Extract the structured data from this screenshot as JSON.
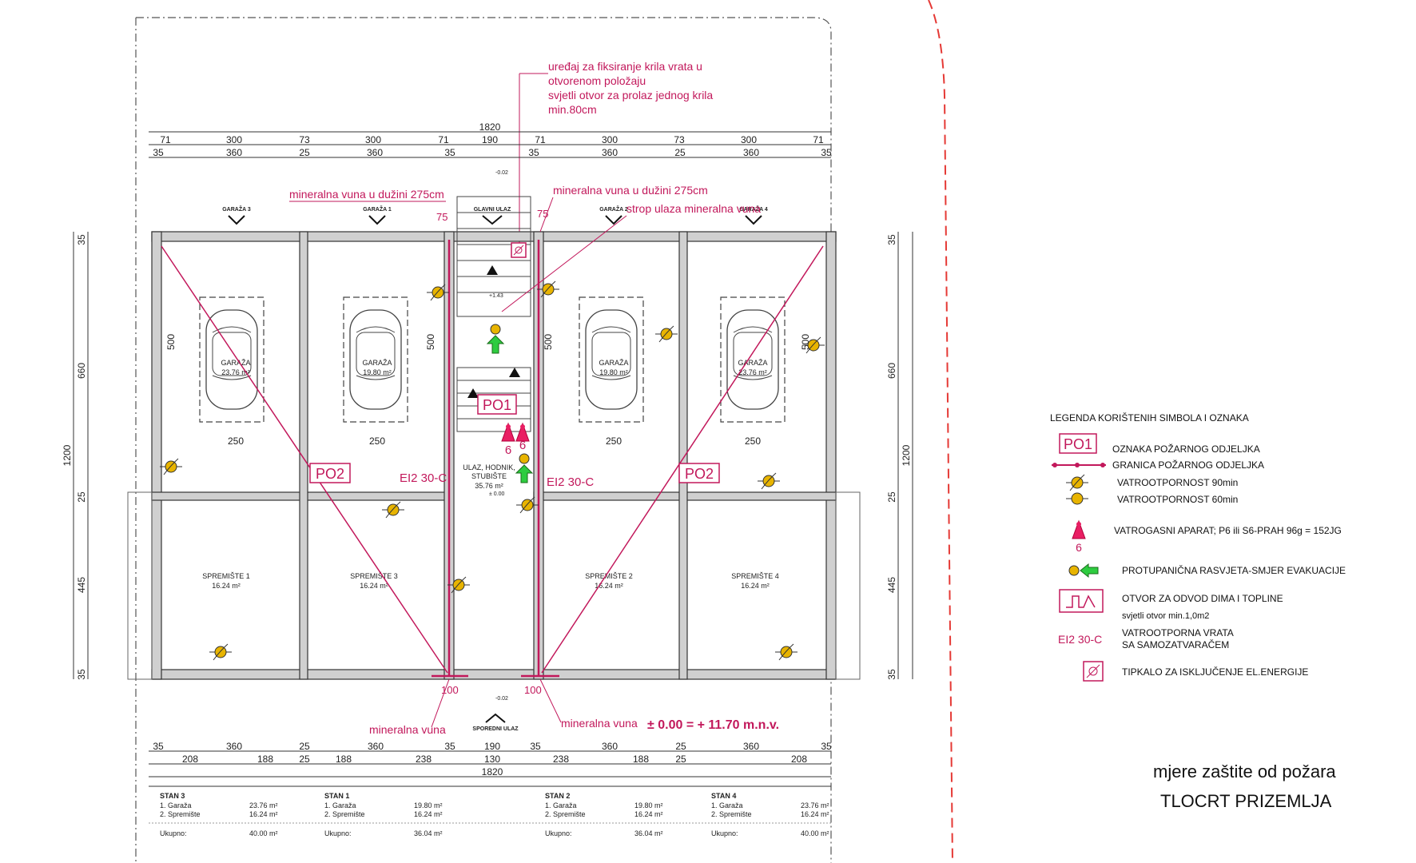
{
  "annotations": {
    "door_device": [
      "uređaj za fiksiranje krila vrata u",
      "otvorenom položaju",
      "svjetli otvor za prolaz jednog krila",
      "min.80cm"
    ],
    "mineral_left": "mineralna vuna u dužini 275cm",
    "mineral_right": "mineralna vuna u dužini 275cm",
    "strop": "strop ulaza mineralna vuna",
    "mineral_bottom_left": "mineralna vuna",
    "mineral_bottom_right": "mineralna vuna",
    "elevation": "± 0.00 = + 11.70 m.n.v.",
    "ei_left": "EI2 30-C",
    "ei_right": "EI2 30-C",
    "po1": "PO1",
    "po2_left": "PO2",
    "po2_right": "PO2",
    "ext_left": "6",
    "ext_right": "6",
    "dim75_left": "75",
    "dim75_right": "75",
    "dim100_left": "100",
    "dim100_right": "100",
    "level_top": "-0.02",
    "level_bottom": "-0.02",
    "level_corr": "± 0.00",
    "level_stair": "+1.43"
  },
  "top_dims": {
    "total": "1820",
    "row1": [
      "71",
      "300",
      "73",
      "300",
      "71",
      "190",
      "71",
      "300",
      "73",
      "300",
      "71"
    ],
    "row2": [
      "35",
      "360",
      "25",
      "360",
      "35",
      "35",
      "360",
      "25",
      "360",
      "35"
    ]
  },
  "bottom_dims": {
    "row1": [
      "35",
      "360",
      "25",
      "360",
      "35",
      "190",
      "35",
      "360",
      "25",
      "360",
      "35"
    ],
    "row2": [
      "208",
      "188",
      "25",
      "188",
      "238",
      "130",
      "238",
      "188",
      "25",
      "208"
    ],
    "total": "1820"
  },
  "side_dims": {
    "left": [
      "35",
      "660",
      "1200",
      "25",
      "445",
      "35"
    ],
    "right": [
      "35",
      "660",
      "1200",
      "25",
      "445",
      "35"
    ],
    "inner": [
      "500",
      "500",
      "500",
      "500"
    ],
    "widths": [
      "250",
      "250",
      "250",
      "250"
    ]
  },
  "entrances": {
    "main": "GLAVNI ULAZ",
    "side": "SPOREDNI ULAZ"
  },
  "rooms": {
    "g3": {
      "label": "GARAŽA 3",
      "name": "GARAŽA",
      "area": "23.76 m²"
    },
    "g1": {
      "label": "GARAŽA 1",
      "name": "GARAŽA",
      "area": "19.80 m²"
    },
    "g2": {
      "label": "GARAŽA 2",
      "name": "GARAŽA",
      "area": "19.80 m²"
    },
    "g4": {
      "label": "GARAŽA 4",
      "name": "GARAŽA",
      "area": "23.76 m²"
    },
    "s1": {
      "name": "SPREMIŠTE 1",
      "area": "16.24 m²"
    },
    "s3": {
      "name": "SPREMIŠTE 3",
      "area": "16.24 m²"
    },
    "s2": {
      "name": "SPREMIŠTE 2",
      "area": "16.24 m²"
    },
    "s4": {
      "name": "SPREMIŠTE 4",
      "area": "16.24 m²"
    },
    "hall": {
      "name1": "ULAZ, HODNIK,",
      "name2": "STUBIŠTE",
      "area": "35.76 m²"
    }
  },
  "units": [
    {
      "title": "STAN 3",
      "r1": "1. Garaža",
      "v1": "23.76 m²",
      "r2": "2. Spremište",
      "v2": "16.24 m²",
      "tl": "Ukupno:",
      "tv": "40.00 m²"
    },
    {
      "title": "STAN 1",
      "r1": "1. Garaža",
      "v1": "19.80 m²",
      "r2": "2. Spremište",
      "v2": "16.24 m²",
      "tl": "Ukupno:",
      "tv": "36.04 m²"
    },
    {
      "title": "STAN 2",
      "r1": "1. Garaža",
      "v1": "19.80 m²",
      "r2": "2. Spremište",
      "v2": "16.24 m²",
      "tl": "Ukupno:",
      "tv": "36.04 m²"
    },
    {
      "title": "STAN 4",
      "r1": "1. Garaža",
      "v1": "23.76 m²",
      "r2": "2. Spremište",
      "v2": "16.24 m²",
      "tl": "Ukupno:",
      "tv": "40.00 m²"
    }
  ],
  "legend": {
    "title": "LEGENDA KORIŠTENIH SIMBOLA  I OZNAKA",
    "po_symbol": "PO1",
    "ei_symbol": "EI2 30-C",
    "ext_symbol": "6",
    "items": [
      "OZNAKA POŽARNOG ODJELJKA",
      "GRANICA POŽARNOG ODJELJKA",
      "VATROOTPORNOST 90min",
      "VATROOTPORNOST 60min",
      "VATROGASNI APARAT; P6 ili S6-PRAH 96g = 152JG",
      "PROTUPANIČNA RASVJETA-SMJER EVAKUACIJE",
      "OTVOR ZA ODVOD DIMA I TOPLINE",
      "svjetli otvor min.1,0m2",
      "VATROOTPORNA VRATA",
      "SA SAMOZATVARAČEM",
      "TIPKALO ZA ISKLJUČENJE EL.ENERGIJE"
    ]
  },
  "titles": {
    "line1": "mjere zaštite od požara",
    "line2": "TLOCRT PRIZEMLJA"
  }
}
